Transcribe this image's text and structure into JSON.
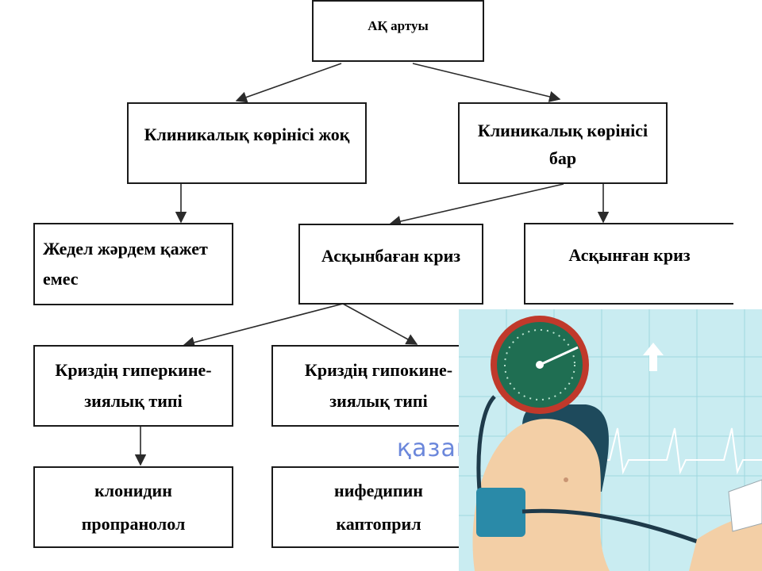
{
  "nodes": {
    "root": {
      "lines": [
        "АҚ артуы"
      ]
    },
    "no_clinic": {
      "lines": [
        "Клиникалық көрінісі жоқ"
      ]
    },
    "has_clinic": {
      "lines": [
        "Клиникалық көрінісі",
        "бар"
      ]
    },
    "no_emergency": {
      "lines": [
        "Жедел жәрдем қажет",
        "емес"
      ]
    },
    "uncomplicated": {
      "lines": [
        "Асқынбаған криз"
      ]
    },
    "complicated": {
      "lines": [
        "Асқынған криз"
      ]
    },
    "hyperkinetic": {
      "lines": [
        "Криздің гиперкине-",
        "зиялық типі"
      ]
    },
    "hypokinetic": {
      "lines": [
        "Криздің гипокине-",
        "зиялық типі"
      ]
    },
    "drugs_1": {
      "lines": [
        "клонидин",
        "пропранолол"
      ]
    },
    "drugs_2": {
      "lines": [
        "нифедипин",
        "каптоприл"
      ]
    }
  },
  "watermark": "қазақ",
  "illustration": {
    "subject": "blood-pressure-measurement",
    "colors": {
      "background": "#c9ecf1",
      "gauge": "#1f6e52",
      "skin": "#f3cfa6",
      "cuff": "#2a8aa8",
      "arrow": "#ffffff"
    }
  },
  "colors": {
    "border": "#1a1a1a",
    "arrow": "#2b2b2b",
    "text": "#000000"
  }
}
